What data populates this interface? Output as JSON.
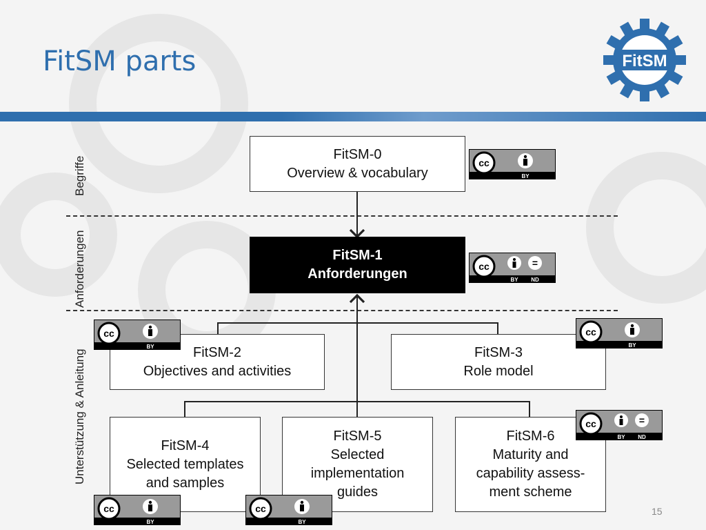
{
  "title": "FitSM parts",
  "logo_text": "FitSM",
  "page_number": "15",
  "side_labels": {
    "begriffe": "Begriffe",
    "anforderungen": "Anforderungen",
    "unterstuetzung": "Unterstützung & Anleitung"
  },
  "boxes": {
    "fitsm0": {
      "line1": "FitSM-0",
      "line2": "Overview & vocabulary"
    },
    "fitsm1": {
      "line1": "FitSM-1",
      "line2": "Anforderungen"
    },
    "fitsm2": {
      "line1": "FitSM-2",
      "line2": "Objectives and activities"
    },
    "fitsm3": {
      "line1": "FitSM-3",
      "line2": "Role model"
    },
    "fitsm4": {
      "line1": "FitSM-4",
      "line2": "Selected templates",
      "line3": "and samples"
    },
    "fitsm5": {
      "line1": "FitSM-5",
      "line2": "Selected",
      "line3": "implementation",
      "line4": "guides"
    },
    "fitsm6": {
      "line1": "FitSM-6",
      "line2": "Maturity and",
      "line3": "capability assess-",
      "line4": "ment scheme"
    }
  },
  "licenses": {
    "cc": "cc",
    "by": "BY",
    "nd": "ND",
    "eq": "="
  },
  "colors": {
    "accent": "#2f6fae",
    "dark_box": "#000000",
    "badge_grey": "#9a9a9a"
  }
}
